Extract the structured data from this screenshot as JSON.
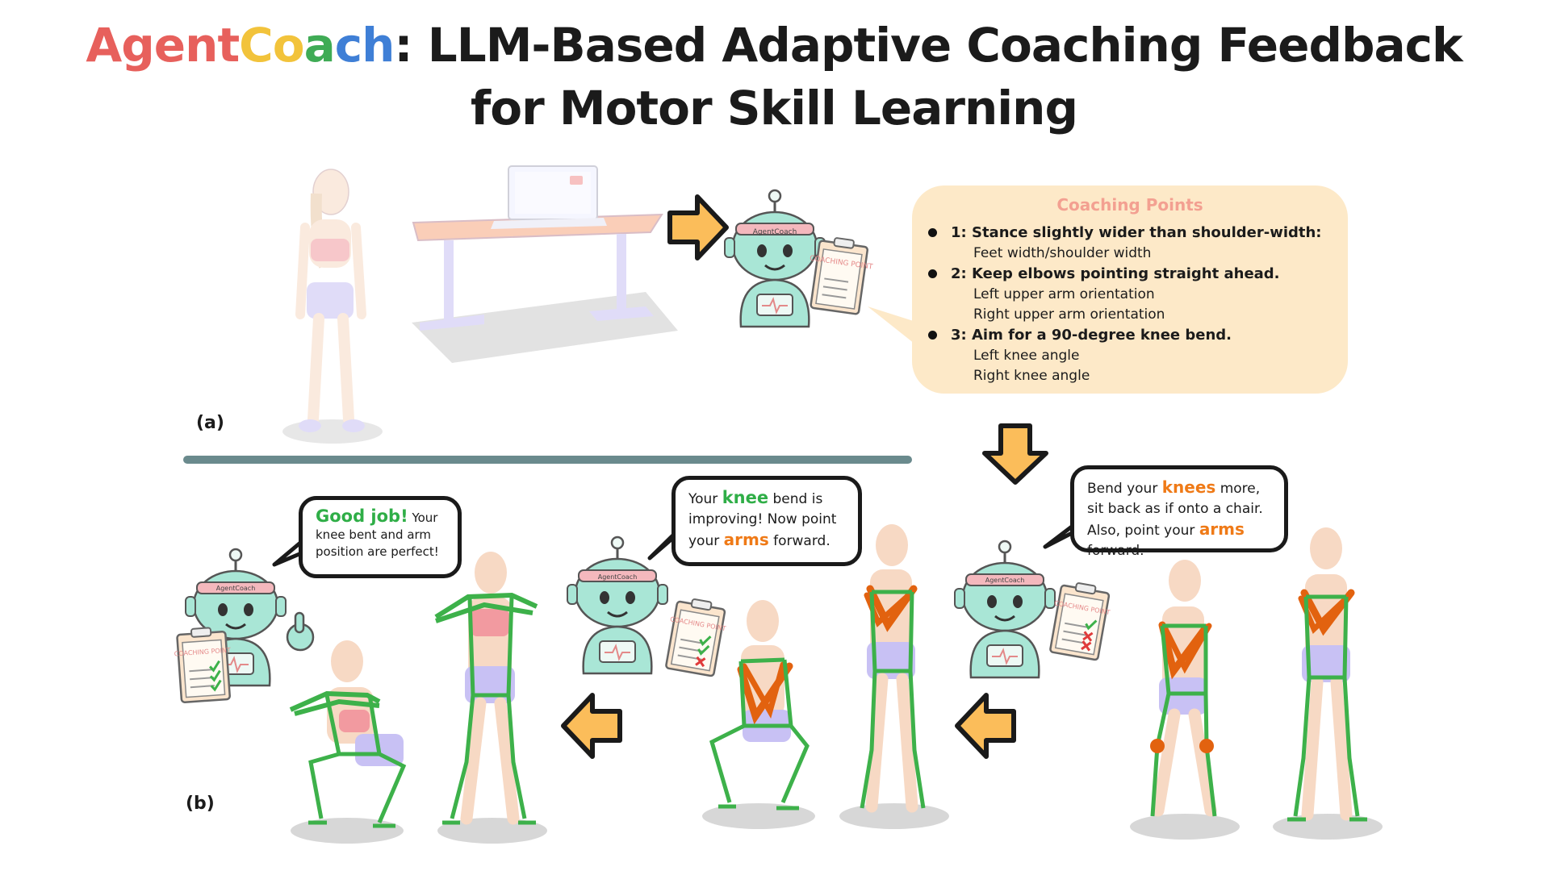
{
  "title": {
    "brand_parts": [
      "Agent",
      "Co",
      "a",
      "ch"
    ],
    "line1_rest": ": LLM-Based Adaptive Coaching Feedback",
    "line2": "for Motor Skill Learning"
  },
  "robot_badge": "AgentCoach",
  "clipboard_label": "COACHING POINT",
  "coaching_points": {
    "title": "Coaching Points",
    "items": [
      {
        "head": "1: Stance slightly wider than shoulder-width:",
        "subs": [
          "Feet width/shoulder width"
        ]
      },
      {
        "head": "2: Keep elbows pointing straight ahead.",
        "subs": [
          "Left upper arm orientation",
          "Right upper arm orientation"
        ]
      },
      {
        "head": "3: Aim for a 90-degree knee bend.",
        "subs": [
          "Left knee angle",
          "Right knee angle"
        ]
      }
    ]
  },
  "panel_labels": {
    "a": "(a)",
    "b": "(b)"
  },
  "feedback": {
    "good": {
      "highlight": "Good job!",
      "text1": " Your",
      "text2": "knee bent and arm",
      "text3": "position are perfect!"
    },
    "mid": {
      "p1": "Your ",
      "hl1": "knee",
      "p2": " bend is",
      "line2": "improving! Now point",
      "p3": "your ",
      "hl2": "arms",
      "p4": " forward."
    },
    "first": {
      "p1": "Bend your ",
      "hl1": "knees",
      "p2": " more,",
      "line2": "sit back as if onto a chair.",
      "p3": "Also, point your ",
      "hl2": "arms",
      "line4": "forward."
    }
  },
  "colors": {
    "skeleton_good": "#3db14a",
    "skeleton_bad": "#e2620f",
    "robot": "#a9e6d6",
    "arrow": "#fbbd5a",
    "divider": "#6a8a8d"
  }
}
